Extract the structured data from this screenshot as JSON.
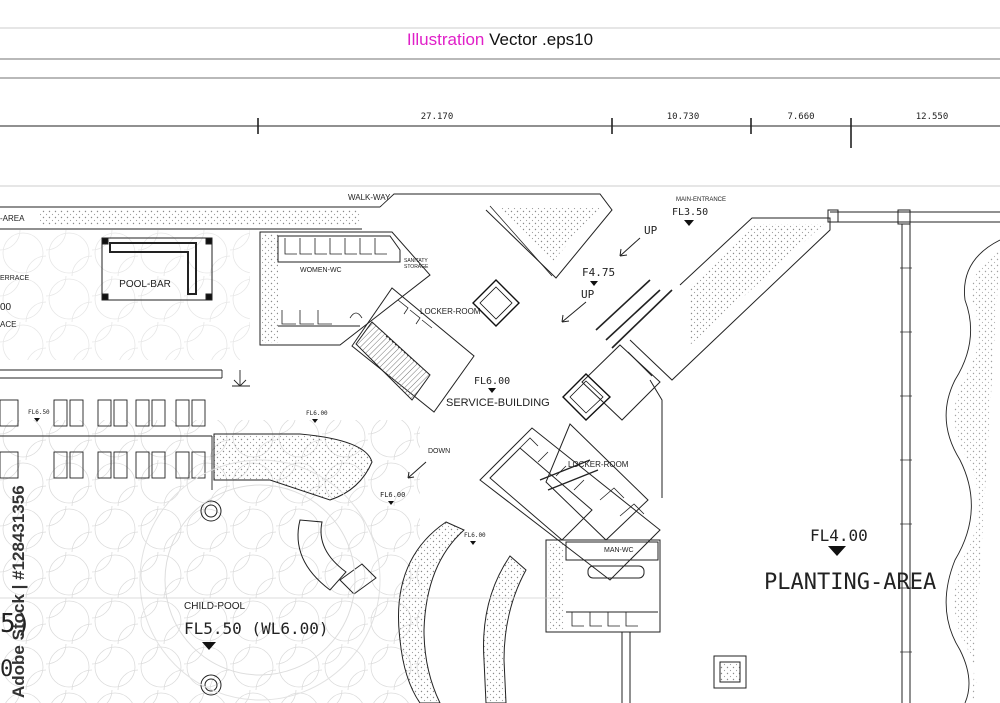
{
  "header": {
    "highlight": "Illustration",
    "rest": " Vector .eps10"
  },
  "dimensions": [
    "27.170",
    "10.730",
    "7.660",
    "12.550"
  ],
  "labels": {
    "walk_way": "WALK-WAY",
    "area_left": "-AREA",
    "terrace": "ERRACE",
    "left_00": "00",
    "left_ace": "ACE",
    "pool_bar": "POOL-BAR",
    "women_wc": "WOMEN-WC",
    "sanitary_1": "SANITATY",
    "sanitary_2": "STORAGE",
    "locker_room_top": "LOCKER-ROOM",
    "main_entrance": "MAIN-ENTRANCE",
    "fl_3_50": "FL3.50",
    "up_1": "UP",
    "f4_75": "F4.75",
    "up_2": "UP",
    "fl_6_00_center": "FL6.00",
    "service_building": "SERVICE-BUILDING",
    "fl_6_50": "FL6.50",
    "fl_6_00_a": "FL6.00",
    "down": "DOWN",
    "fl_6_00_b": "FL6.00",
    "locker_room_bottom": "LOCKER-ROOM",
    "fl_6_00_c": "FL6.00",
    "man_wc": "MAN-WC",
    "fl_4_00": "FL4.00",
    "planting_area": "PLANTING-AREA",
    "child_pool": "CHILD-POOL",
    "child_pool_level": "FL5.50 (WL6.00)",
    "left_big_1": "5)",
    "left_big_2": "0"
  },
  "watermark": "Adobe Stock | #128431356",
  "colors": {
    "line": "#1a1a1a",
    "hatch": "#9a9a9a",
    "faint": "#d6d6d6",
    "highlight": "#e020c8"
  }
}
